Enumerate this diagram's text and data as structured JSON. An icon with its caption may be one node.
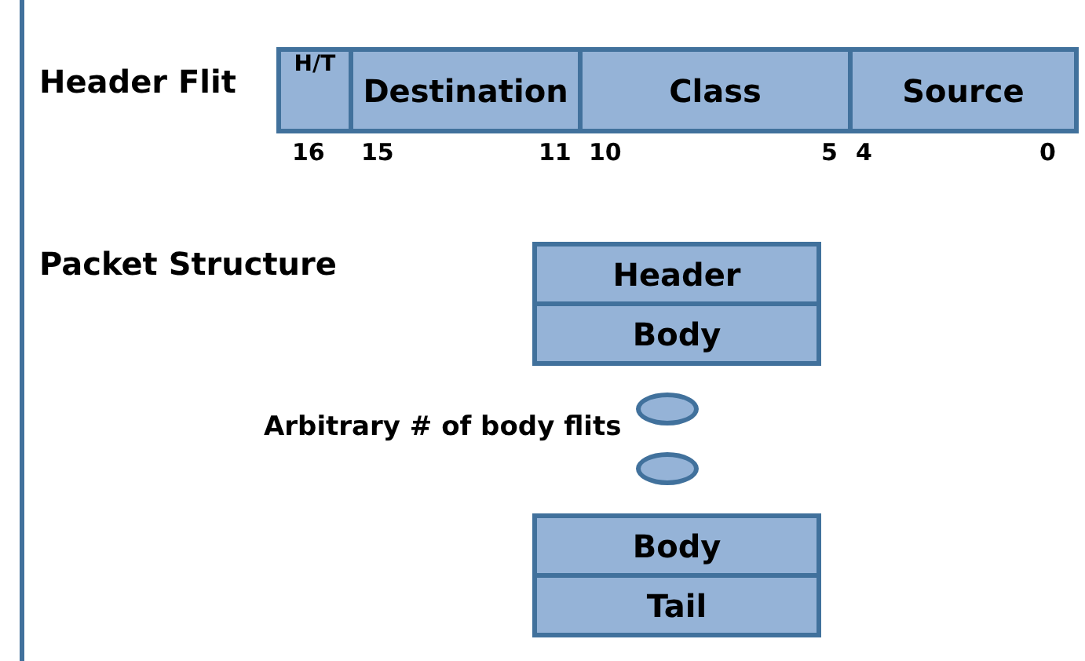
{
  "diagram": {
    "nodes": [
      {
        "text": [
          "H/T"
        ]
      },
      {
        "text": [
          "Destination"
        ]
      },
      {
        "text": [
          "Class"
        ]
      },
      {
        "text": [
          "Source"
        ]
      },
      {
        "text": [
          "Header"
        ]
      },
      {
        "text": [
          "Body"
        ]
      },
      {
        "text": [],
        "shape": "circle"
      },
      {
        "text": [],
        "shape": "circle"
      },
      {
        "text": [
          "Body"
        ]
      },
      {
        "text": [
          "Tail"
        ]
      }
    ],
    "edges": [],
    "labels": [
      "Header Flit",
      "16",
      "15",
      "11",
      "10",
      "5",
      "4",
      "0",
      "Packet Structure",
      "Arbitrary # of body flits"
    ]
  }
}
